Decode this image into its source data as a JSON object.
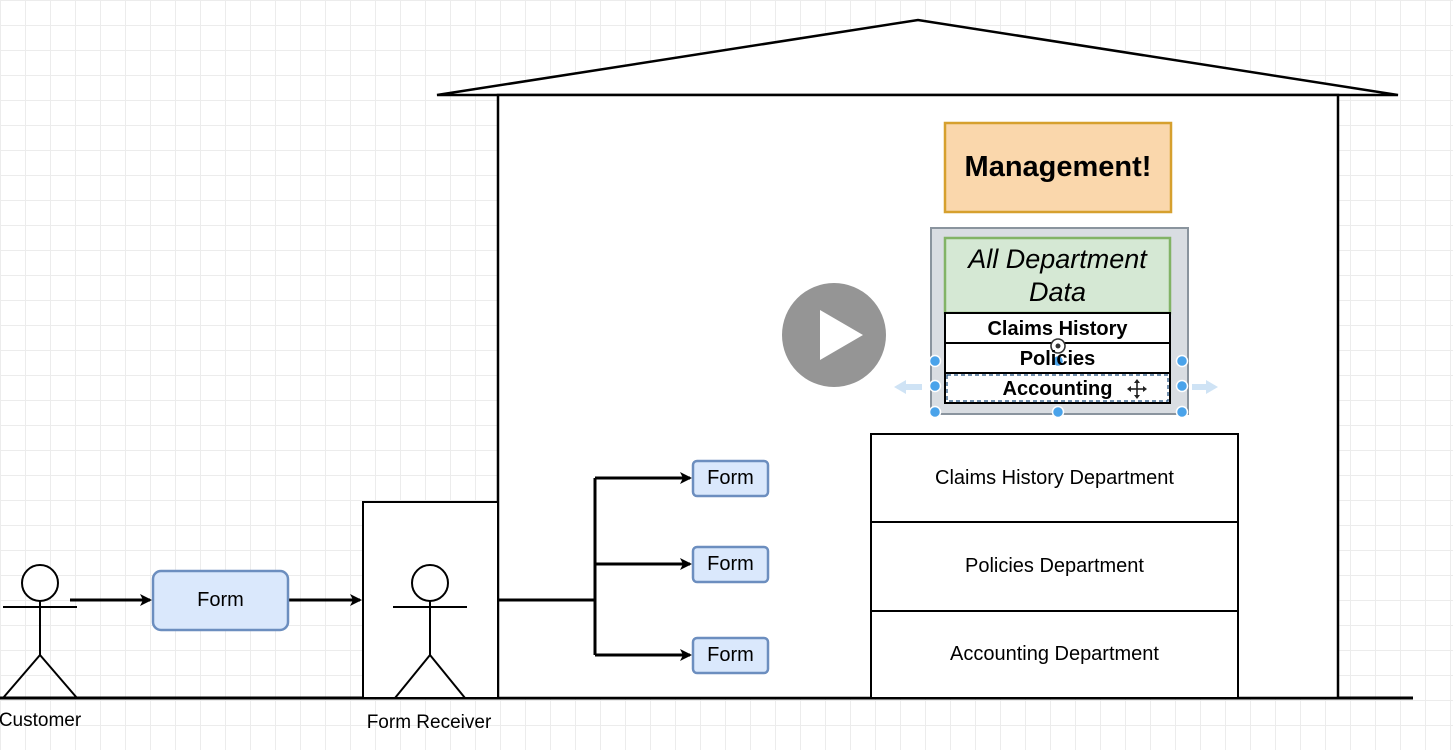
{
  "diagram": {
    "management_label": "Management!",
    "data_table": {
      "header": "All Department Data",
      "rows": [
        "Claims History",
        "Policies",
        "Accounting"
      ]
    },
    "departments": [
      "Claims History Department",
      "Policies Department",
      "Accounting Department"
    ],
    "form_label": "Form",
    "actors": {
      "customer": "Customer",
      "form_receiver": "Form Receiver"
    }
  },
  "colors": {
    "form_fill": "#dae8fc",
    "form_stroke": "#6c8ebf",
    "management_fill": "#fad7ac",
    "management_stroke": "#d6a02e",
    "header_fill": "#d5e8d4",
    "header_stroke": "#82b366",
    "selection": "#4aa3ea",
    "play_overlay": "#8c8c8c"
  },
  "icons": {
    "play": "play-icon",
    "move": "move-icon",
    "rotate": "rotate-icon"
  }
}
